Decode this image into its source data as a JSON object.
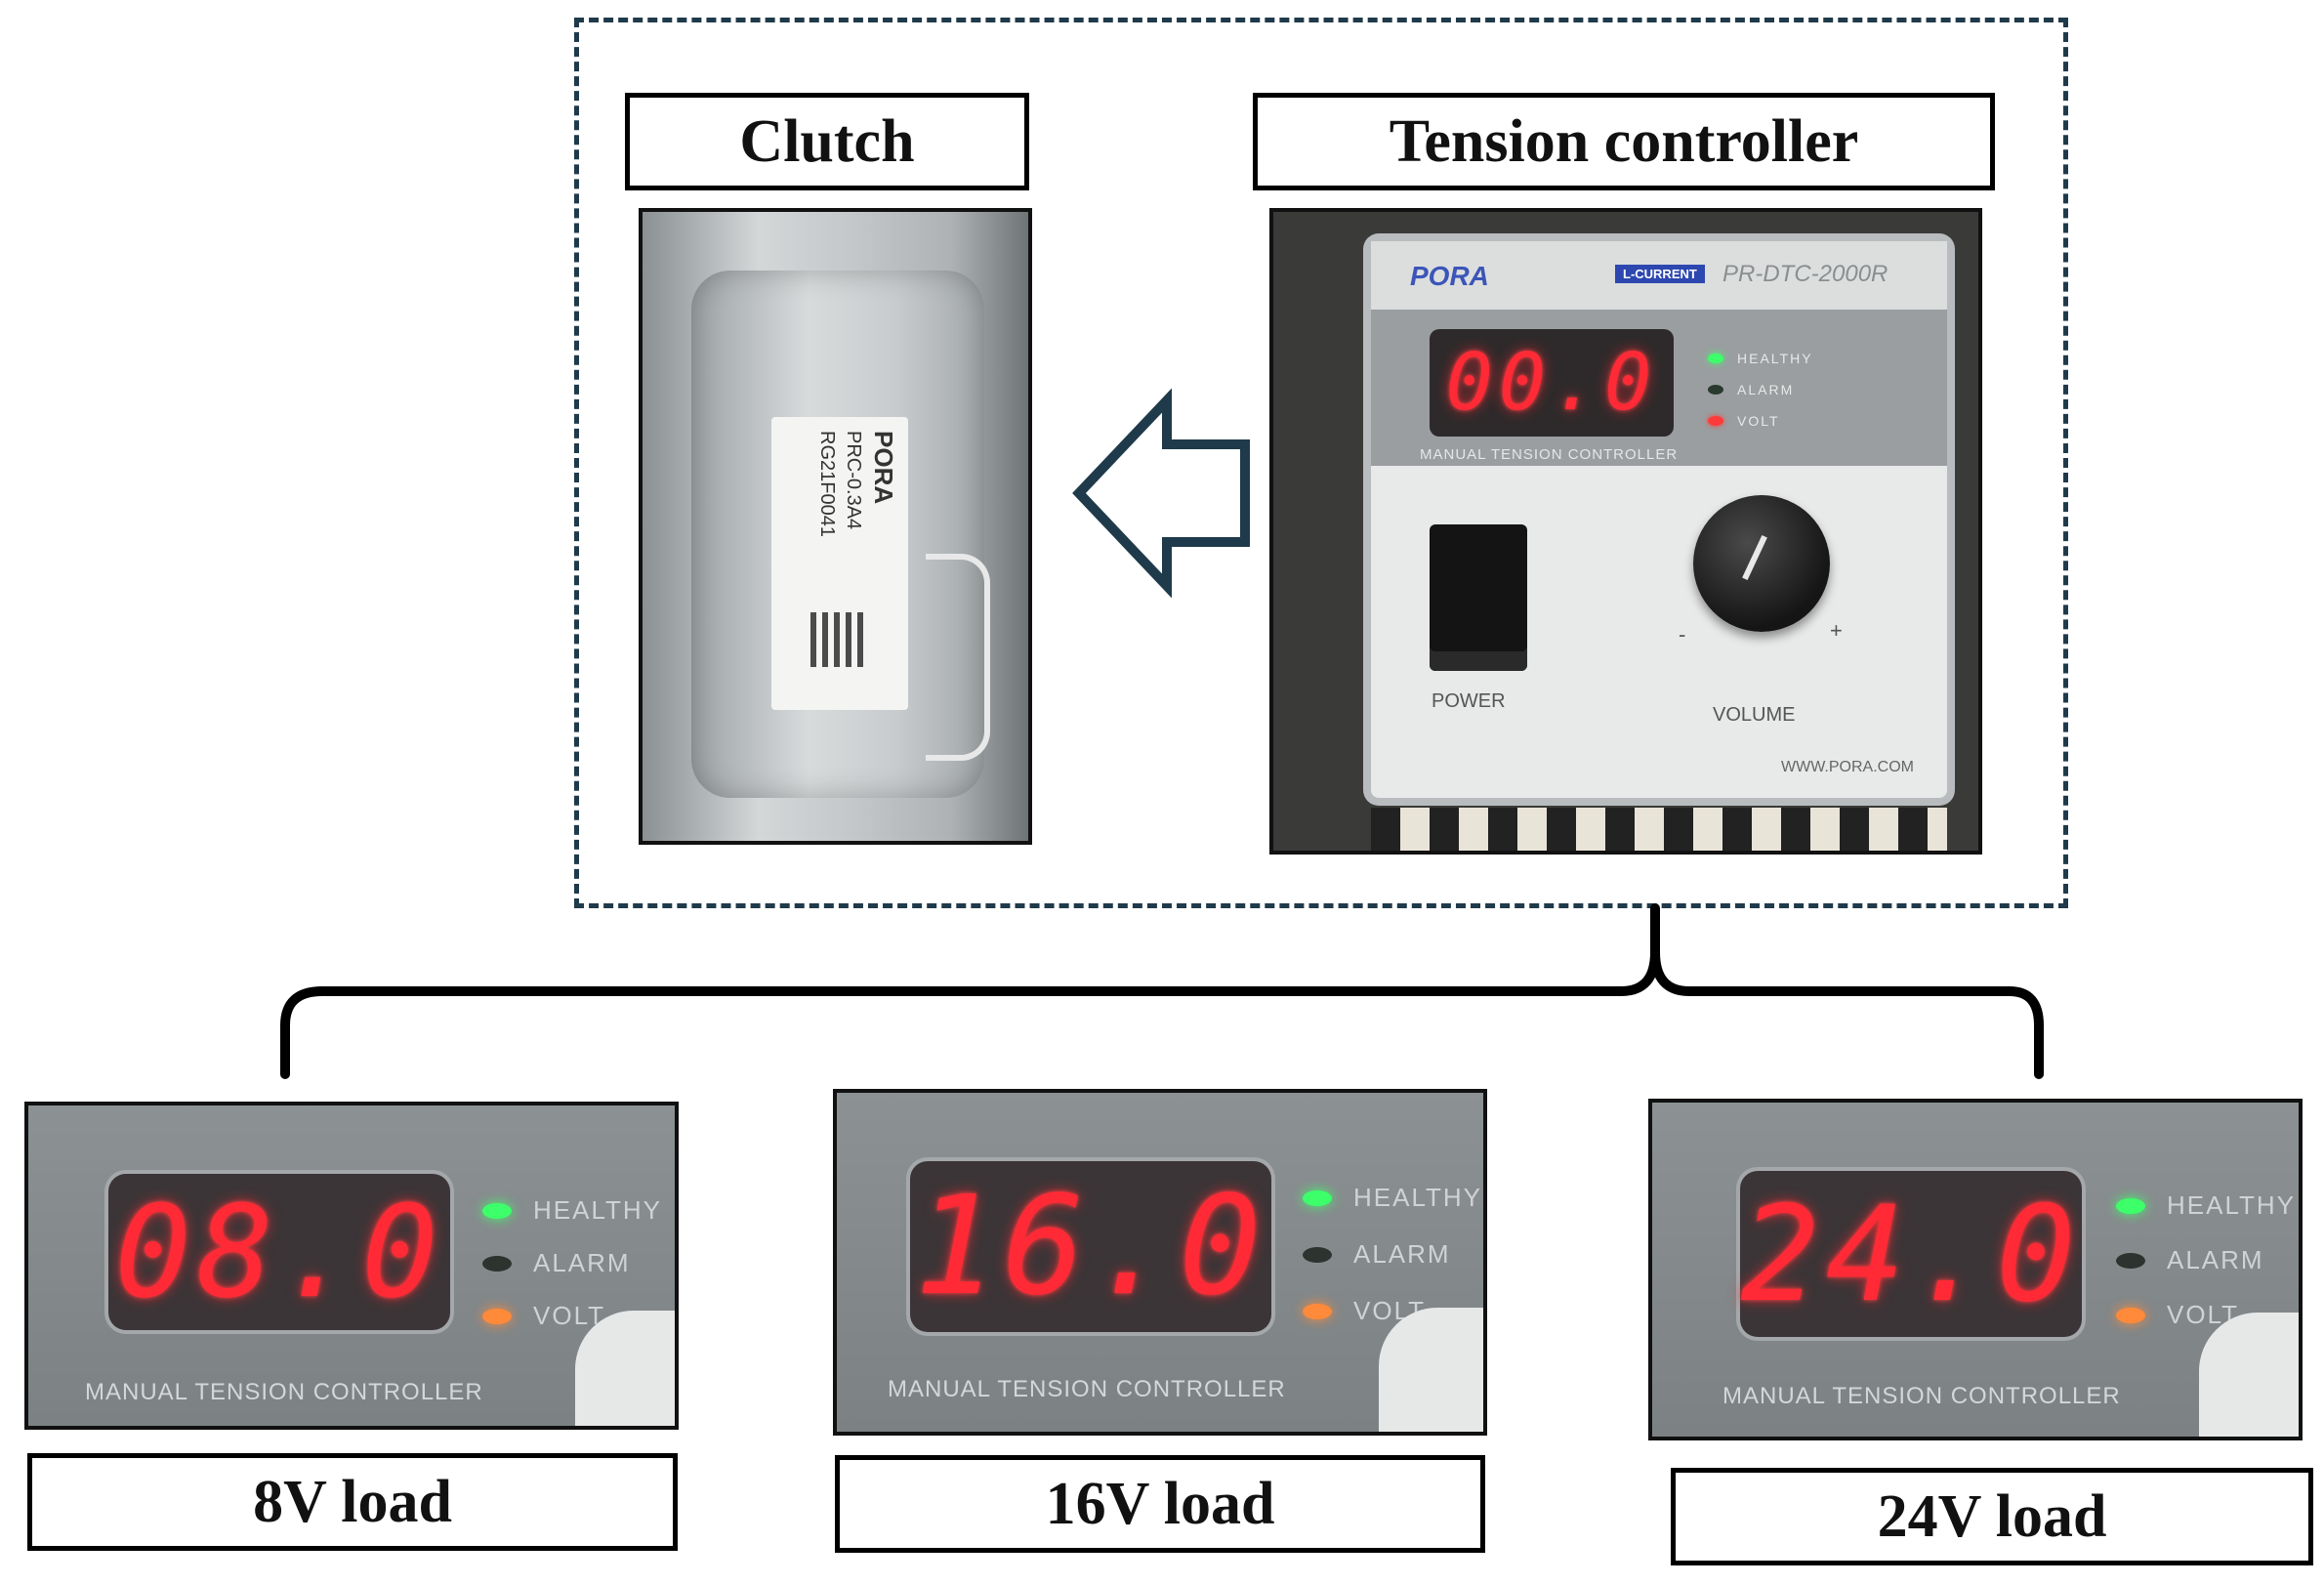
{
  "labels": {
    "clutch": "Clutch",
    "tension_controller": "Tension controller",
    "load_8v": "8V load",
    "load_16v": "16V load",
    "load_24v": "24V load"
  },
  "clutch_photo": {
    "brand": "PORA",
    "model": "PRC-0.3A4",
    "serial": "RG21F0041"
  },
  "controller_photo": {
    "brand": "PORA",
    "tag": "L-CURRENT",
    "model": "PR-DTC-2000R",
    "display": "00.0",
    "leds": [
      "HEALTHY",
      "ALARM",
      "VOLT"
    ],
    "panel_label": "MANUAL TENSION CONTROLLER",
    "power_label": "POWER",
    "volume_label": "VOLUME",
    "minus": "-",
    "plus": "+",
    "website": "WWW.PORA.COM"
  },
  "displays": [
    {
      "value": "08.0",
      "leds": [
        "HEALTHY",
        "ALARM",
        "VOLT"
      ],
      "panel_label": "MANUAL TENSION CONTROLLER"
    },
    {
      "value": "16.0",
      "leds": [
        "HEALTHY",
        "ALARM",
        "VOLT"
      ],
      "panel_label": "MANUAL TENSION CONTROLLER"
    },
    {
      "value": "24.0",
      "leds": [
        "HEALTHY",
        "ALARM",
        "VOLT"
      ],
      "panel_label": "MANUAL TENSION CONTROLLER"
    }
  ],
  "colors": {
    "dashed_border": "#1f3a4a",
    "arrow_stroke": "#1f3a4a",
    "display_red": "#ff2a36",
    "led_green": "#3dff6a",
    "led_orange": "#ff8a3a",
    "panel_grey": "#8a8f92"
  }
}
